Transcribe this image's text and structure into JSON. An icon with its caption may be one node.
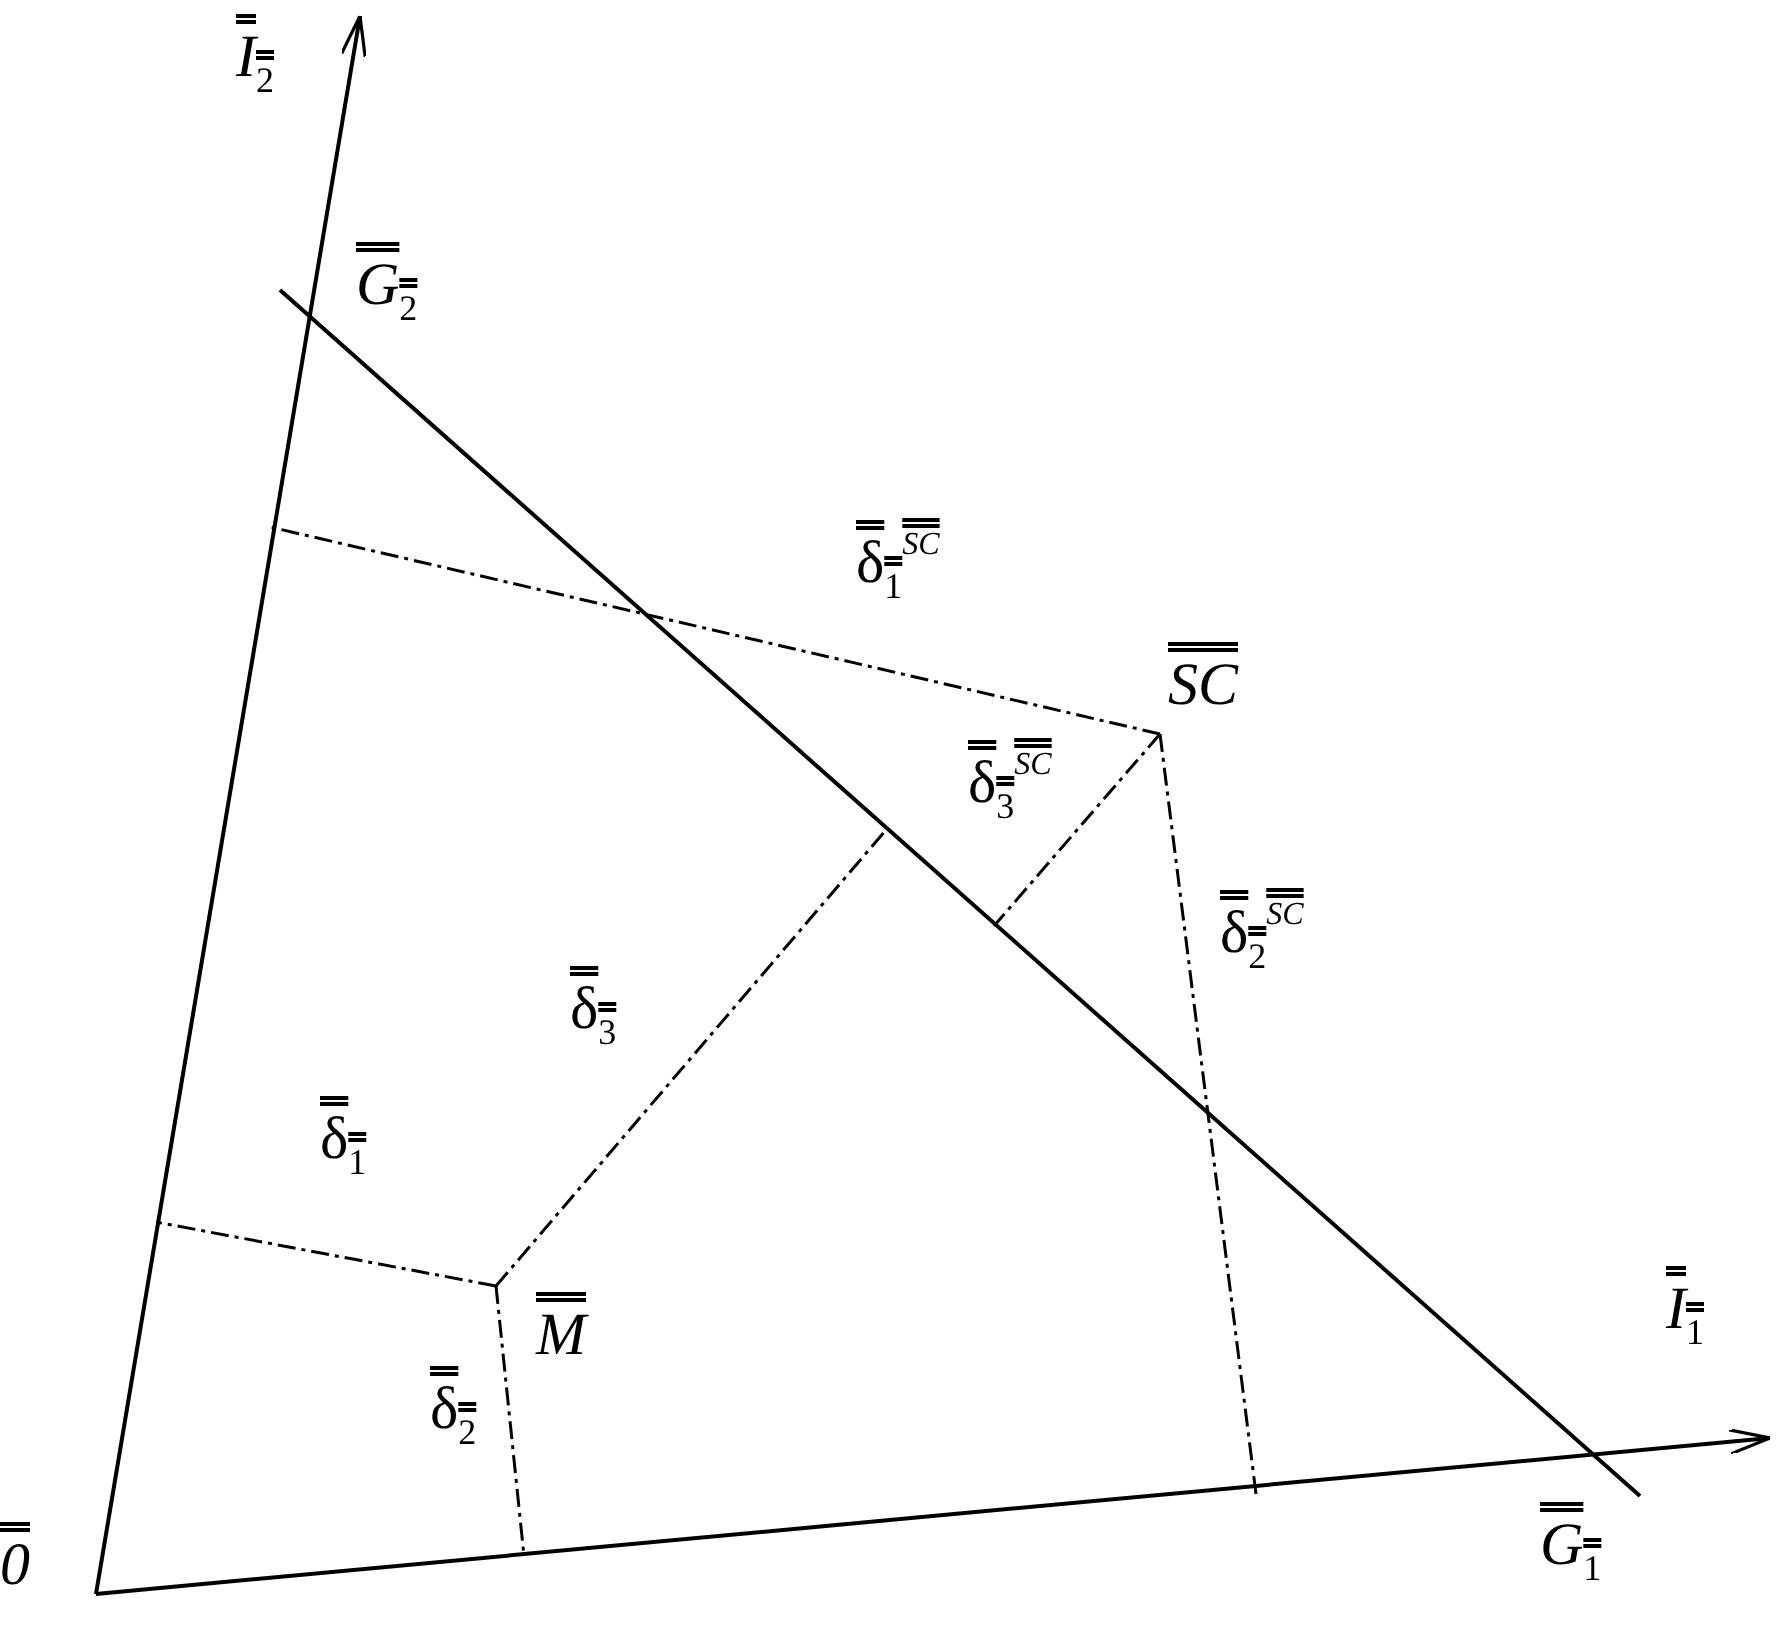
{
  "diagram": {
    "nodes": [
      {
        "text": [
          "M"
        ]
      },
      {
        "text": [
          "SC"
        ]
      }
    ],
    "edges": [
      {
        "from": 0,
        "to": null,
        "arrow": "none",
        "style": "dashed",
        "label": "δ$_{1}$"
      },
      {
        "from": 0,
        "to": null,
        "arrow": "none",
        "style": "dashed",
        "label": "δ$_{2}$"
      },
      {
        "from": 0,
        "to": null,
        "arrow": "none",
        "style": "dashed",
        "label": "δ$_{3}$"
      },
      {
        "from": 1,
        "to": null,
        "arrow": "none",
        "style": "dashed",
        "label": "δ$_{1}$$^{SC}$"
      },
      {
        "from": 1,
        "to": null,
        "arrow": "none",
        "style": "dashed",
        "label": "δ$_{2}$$^{SC}$"
      },
      {
        "from": 1,
        "to": null,
        "arrow": "none",
        "style": "dashed",
        "label": "δ$_{3}$$^{SC}$"
      }
    ],
    "labels": [
      "I$_{2}$",
      "G$_{2}$",
      "I$_{1}$",
      "0",
      "G$_{1}$"
    ]
  }
}
